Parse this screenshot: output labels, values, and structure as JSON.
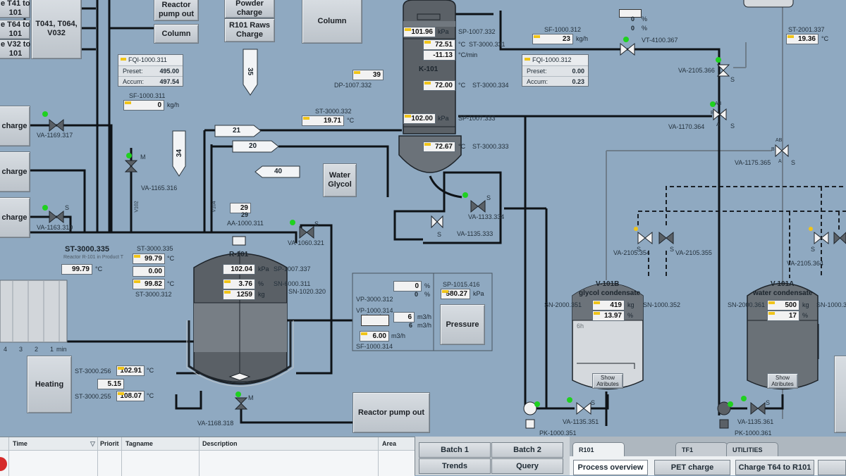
{
  "buttons": {
    "charge_t41": "e T41 to\n101",
    "t041_group": "T041, T064,\nV032",
    "reactor_pump_out_top": "Reactor\npump out",
    "column_small": "Column",
    "powder_charge": "Powder\ncharge",
    "r101_raws_charge": "R101 Raws\nCharge",
    "column_big": "Column",
    "charge_1": "charge",
    "charge_2": "charge",
    "charge_3": "charge",
    "water_glycol": "Water\nGlycol",
    "pressure": "Pressure",
    "heating": "Heating",
    "reactor_pump_out": "Reactor pump out",
    "show_attr_1": "Show\nAtributes",
    "show_attr_2": "Show\nAtributes"
  },
  "left_labels": {
    "t64": "e T64 to\n101",
    "v32": "e V32 to\n101"
  },
  "fqi1": {
    "tag": "FQI-1000.311",
    "preset_label": "Preset:",
    "preset": "495.00",
    "accum_label": "Accum:",
    "accum": "497.54"
  },
  "fqi2": {
    "tag": "FQI-1000.312",
    "preset_label": "Preset:",
    "preset": "0.00",
    "accum_label": "Accum:",
    "accum": "0.23"
  },
  "sf311": {
    "tag": "SF-1000.311",
    "value": "0",
    "unit": "kg/h"
  },
  "sf312": {
    "tag": "SF-1000.312",
    "value": "23",
    "unit": "kg/h"
  },
  "column": {
    "name": "K-101",
    "v1": "101.96",
    "u1": "kPa",
    "t1": "SP-1007.332",
    "v2": "72.51",
    "u2": "°C",
    "t2": "ST-3000.331",
    "v3": "-11.13",
    "u3": "°C/min",
    "v4": "72.00",
    "u4": "°C",
    "t4": "ST-3000.334",
    "v5": "102.00",
    "u5": "kPa",
    "t5": "SP-1007.333",
    "v6": "72.67",
    "u6": "°C",
    "t6": "ST-3000.333"
  },
  "dp": {
    "tag": "DP-1007.332",
    "value": "39"
  },
  "st332": {
    "tag": "ST-3000.332",
    "value": "19.71",
    "unit": "°C"
  },
  "st2001": {
    "tag": "ST-2001.337",
    "value": "19.36",
    "unit": "°C"
  },
  "pct_top": {
    "v1": "0",
    "v2": "0",
    "u": "%"
  },
  "valves": {
    "vt4100": "VT-4100.367",
    "va2105_366": "VA-2105.366",
    "va1170": "VA-1170.364",
    "va1175": "VA-1175.365",
    "va1169": "VA-1169.317",
    "va1165": "VA-1165.316",
    "va1163": "VA-1163.310",
    "va1133": "VA-1133.334",
    "va1135_333": "VA-1135.333",
    "va1060": "VA-1060.321",
    "va2105_354": "VA-2105.354",
    "va2105_355": "VA-2105.355",
    "va2105_364": "VA-2105.364",
    "va1168": "VA-1168.318",
    "va1135_351": "VA-1135.351",
    "va1135_361": "VA-1135.361",
    "pk351": "PK-1000.351",
    "pk361": "PK-1000.361",
    "s": "S",
    "m": "M",
    "a": "A",
    "b": "B",
    "ab": "AB",
    "v102": "V102",
    "v104": "V104"
  },
  "arrows": {
    "a35": "35",
    "a34": "34",
    "a21": "21",
    "a20": "20",
    "a40": "40"
  },
  "aa": {
    "tag": "AA-1000.311",
    "v1": "29",
    "v2": "29"
  },
  "st335": {
    "tag": "ST-3000.335",
    "sub": "Reactor R-101 in Product T",
    "value": "99.79",
    "unit": "°C"
  },
  "reactor": {
    "name": "R-101",
    "st335_tag": "ST-3000.335",
    "st335": "99.79",
    "u": "°C",
    "zero": "0.00",
    "st312": "99.82",
    "st312_tag": "ST-3000.312",
    "p": "102.04",
    "pu": "kPa",
    "p_tag": "SP-1007.337",
    "pct": "3.76",
    "pctu": "%",
    "pct_tag": "SN-6000.311",
    "kg": "1259",
    "kgu": "kg",
    "kg_tag": "SN-1020.320"
  },
  "vp": {
    "tag": "VP-3000.312",
    "v1": "0",
    "v2": "0",
    "u": "%",
    "vp2_tag": "VP-1000.314",
    "f1": "6",
    "f2": "6",
    "fu": "m3/h",
    "sf_val": "6.00",
    "sf_u": "m3/h",
    "sf_tag": "SF-1000.314"
  },
  "sp1015": {
    "tag": "SP-1015.416",
    "value": "580.27",
    "unit": "kPa"
  },
  "heat": {
    "t256_tag": "ST-3000.256",
    "t256": "102.91",
    "u": "°C",
    "mid": "5.15",
    "t255_tag": "ST-3000.255",
    "t255": "108.07"
  },
  "trend": {
    "t4": "4",
    "t3": "3",
    "t2": "2",
    "t1": "1",
    "min": "min"
  },
  "v101b": {
    "name": "V-101B",
    "sub": "glycol condensate",
    "kg": "419",
    "kgu": "kg",
    "pct": "13.97",
    "pctu": "%",
    "left_tag": "SN-2000.351",
    "right_tag": "SN-1000.352",
    "level": "6h"
  },
  "v101a": {
    "name": "V-101A",
    "sub": "water condensate",
    "kg": "500",
    "kgu": "kg",
    "pct": "17",
    "pctu": "%",
    "left_tag": "SN-2000.361",
    "right_tag": "SN-1000.3"
  },
  "alarm": {
    "time": "Time",
    "prio": "Priorit",
    "tag": "Tagname",
    "desc": "Description",
    "area": "Area"
  },
  "nav": {
    "batch1": "Batch 1",
    "batch2": "Batch 2",
    "trends": "Trends",
    "query": "Query"
  },
  "tabs": {
    "r101": "R101",
    "tf1": "TF1",
    "util": "UTILITIES"
  },
  "views": {
    "overview": "Process overview",
    "pet": "PET charge",
    "t64": "Charge T64 to R101"
  },
  "colors": {
    "bg": "#8fa9c1",
    "pipe": "#0e1216",
    "aux": "#6e7d8b",
    "alarm_red": "#d62b2b",
    "ok_green": "#1fd11f",
    "flag": "#f0c419"
  }
}
